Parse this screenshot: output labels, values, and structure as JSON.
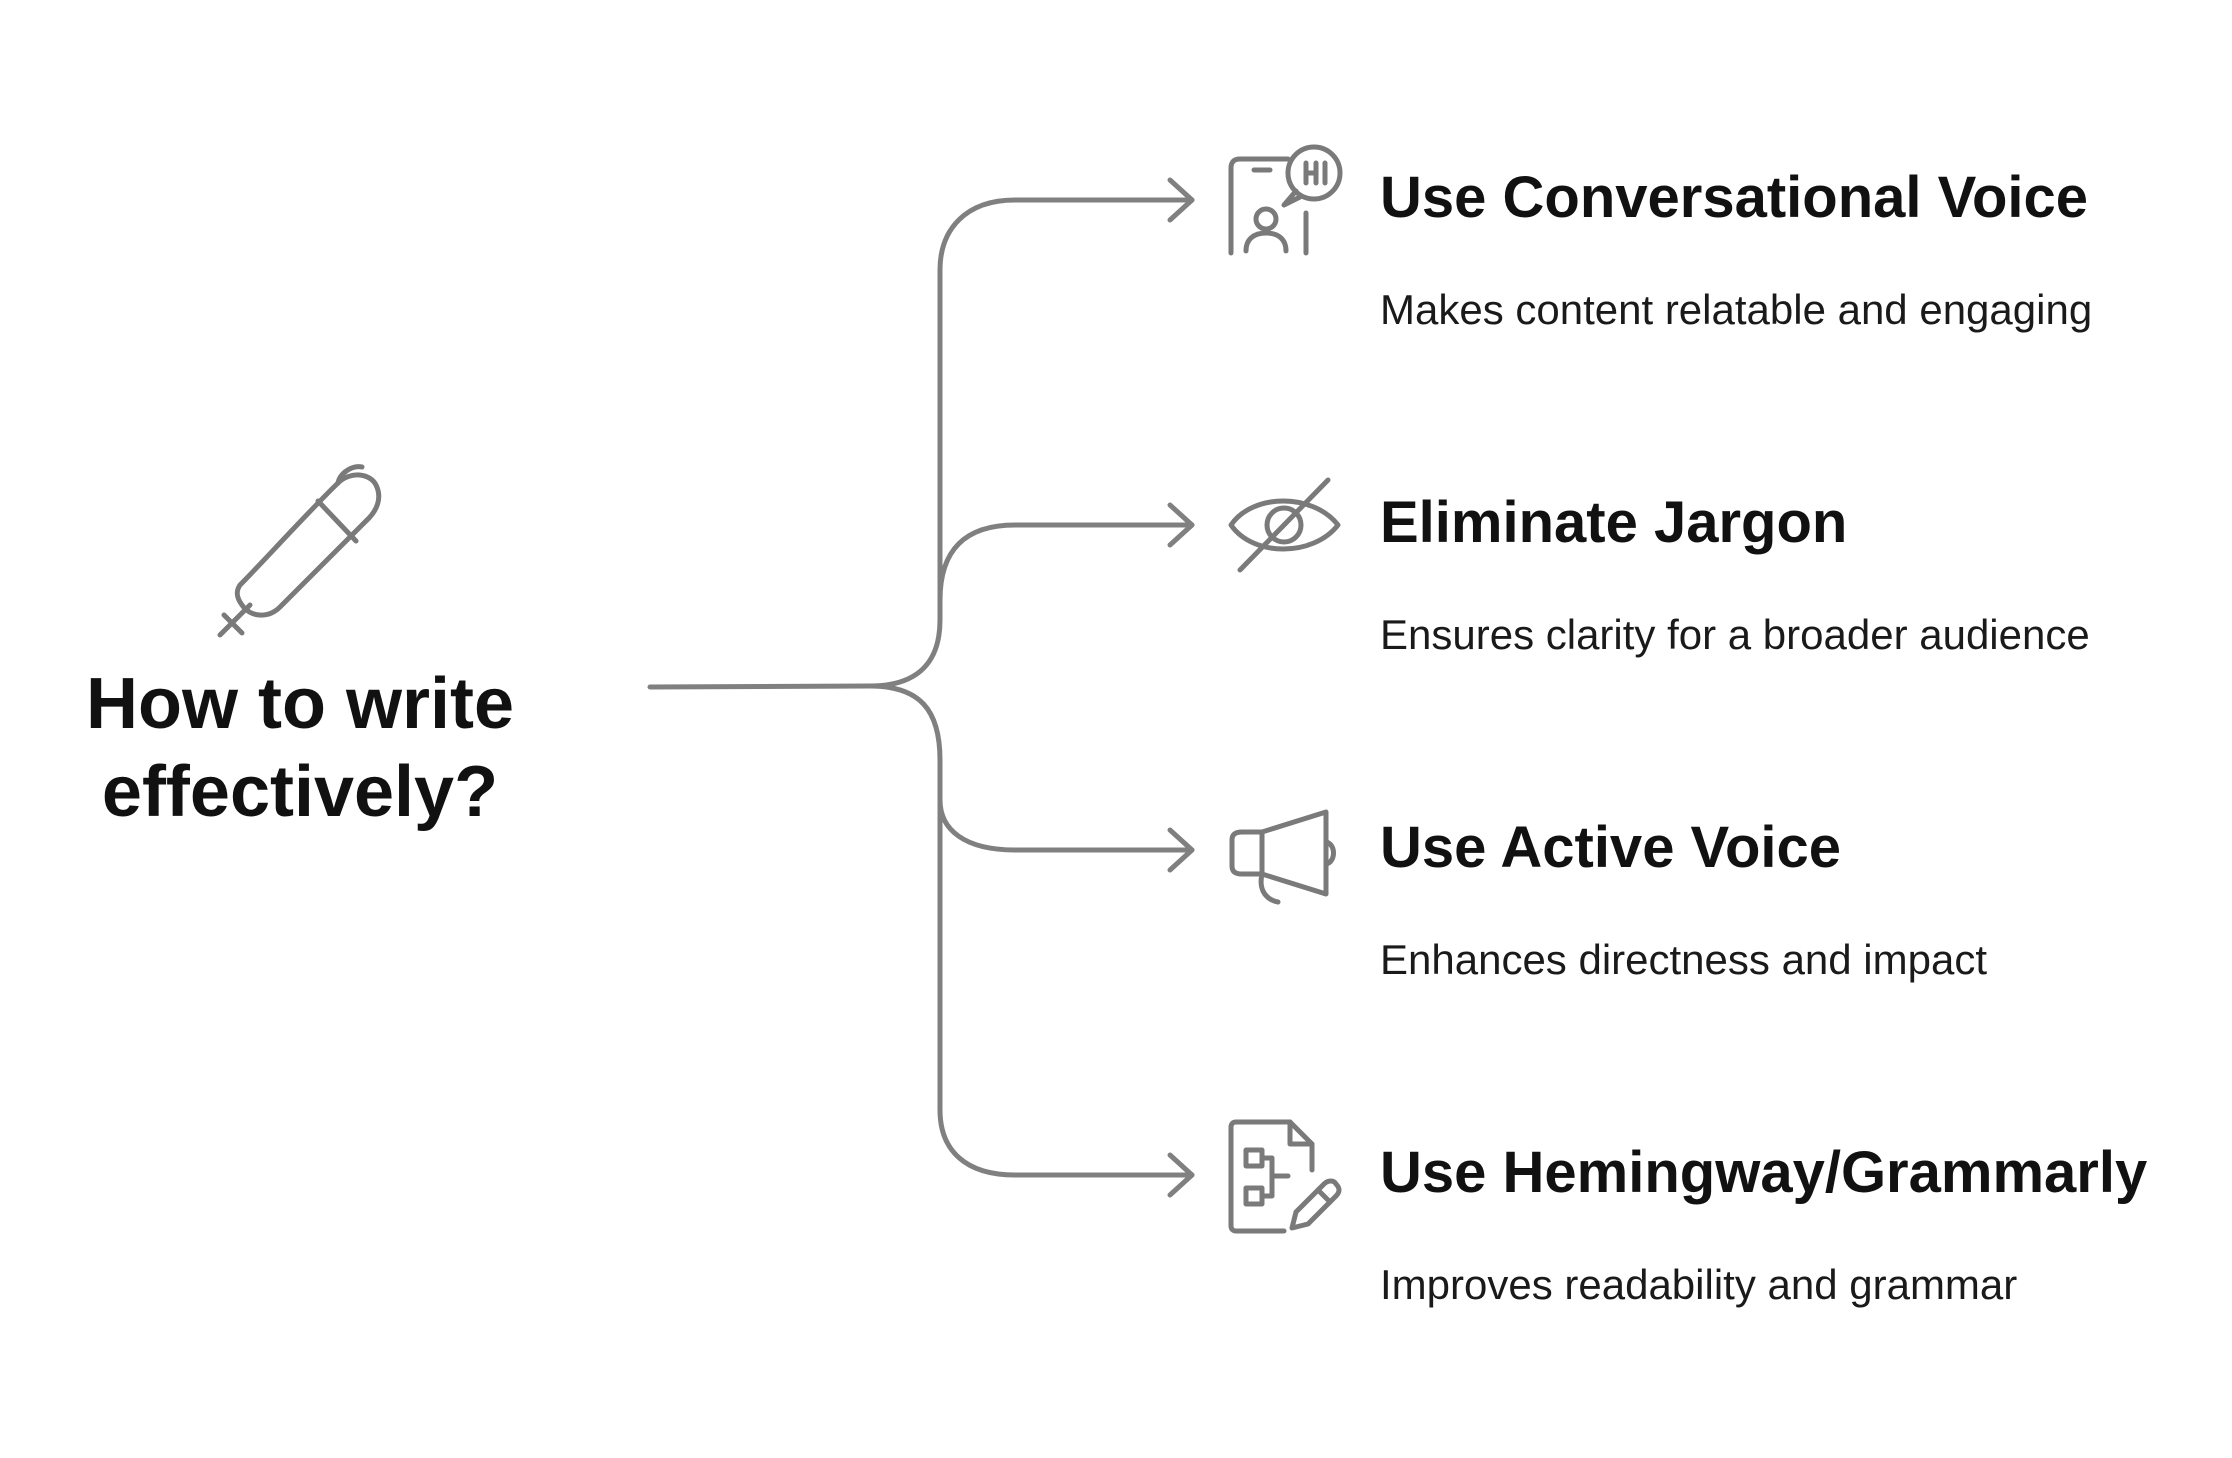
{
  "central": {
    "title_line1": "How to write",
    "title_line2": "effectively?",
    "icon": "pen-icon"
  },
  "branches": [
    {
      "title": "Use Conversational Voice",
      "description": "Makes content relatable and engaging",
      "icon": "phone-speech-hi-icon"
    },
    {
      "title": "Eliminate Jargon",
      "description": "Ensures clarity for a broader audience",
      "icon": "eye-slash-icon"
    },
    {
      "title": "Use Active Voice",
      "description": "Enhances directness and impact",
      "icon": "megaphone-icon"
    },
    {
      "title": "Use Hemingway/Grammarly",
      "description": "Improves readability and grammar",
      "icon": "document-edit-icon"
    }
  ],
  "colors": {
    "connector": "#808080",
    "icon": "#7a7a7a",
    "text": "#111111",
    "background": "#ffffff"
  }
}
